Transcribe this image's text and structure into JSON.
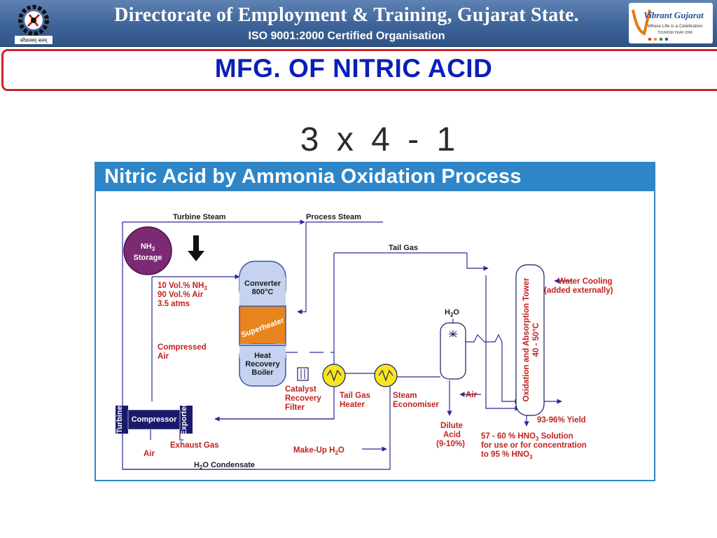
{
  "header": {
    "title": "Directorate of Employment & Training, Gujarat State.",
    "subtitle": "ISO 9001:2000 Certified Organisation",
    "logo_left_caption": "कौशल्यम् बलम्",
    "logo_right_text": "Vibrant Gujarat",
    "logo_right_tagline": "Where Life is a Celebration",
    "logo_right_year": "TOURISM YEAR 2006"
  },
  "slide": {
    "title": "MFG.  OF  NITRIC  ACID",
    "code": "3 x 4  - 1"
  },
  "figure": {
    "title": "Nitric Acid by Ammonia Oxidation Process"
  },
  "diagram": {
    "nh3_storage": [
      "NH",
      "3",
      "Storage"
    ],
    "feed": [
      "10 Vol.% NH",
      "3",
      "90 Vol.% Air",
      "3.5 atms"
    ],
    "turbine_steam": "Turbine Steam",
    "process_steam": "Process Steam",
    "tail_gas": "Tail Gas",
    "compressed_air": [
      "Compressed",
      "Air"
    ],
    "converter": [
      "Converter",
      "800°C"
    ],
    "superheater": "Superheater",
    "boiler": [
      "Heat",
      "Recovery",
      "Boiler"
    ],
    "catalyst_filter": [
      "Catalyst",
      "Recovery",
      "Filter"
    ],
    "tail_gas_heater": [
      "Tail Gas",
      "Heater"
    ],
    "steam_economiser": [
      "Steam",
      "Economiser"
    ],
    "h2o": [
      "H",
      "2",
      "O"
    ],
    "air_to_bleacher": "Air",
    "dilute_acid": [
      "Dilute",
      "Acid",
      "(9-10%)"
    ],
    "tower": [
      "Oxidation and Absorption Tower",
      "40 - 50°C"
    ],
    "water_cooling": [
      "Water Cooling",
      "(added externally)"
    ],
    "yield": "93-96% Yield",
    "product": [
      "57 - 60 % HNO",
      "3",
      " Solution",
      "for use or for concentration",
      "to 95 % HNO",
      "3"
    ],
    "turbine": "Turbine",
    "compressor": "Compressor",
    "exporter": "Exporter",
    "exhaust_gas": "Exhaust Gas",
    "air_in": "Air",
    "makeup_h2o": [
      "Make-Up H",
      "2",
      "O"
    ],
    "h2o_condensate": [
      "H",
      "2",
      "O Condensate"
    ]
  },
  "colors": {
    "header_blue": "#3d6399",
    "title_blue": "#0a1fb8",
    "title_border_red": "#cc2229",
    "figure_blue": "#2e86c8",
    "label_red": "#c0221f",
    "vessel_blue": "#c5d3f0",
    "superheater_orange": "#e8841e",
    "storage_purple": "#7b2a73",
    "compressor_navy": "#1a1a6a",
    "exchanger_yellow": "#f6e61a"
  }
}
